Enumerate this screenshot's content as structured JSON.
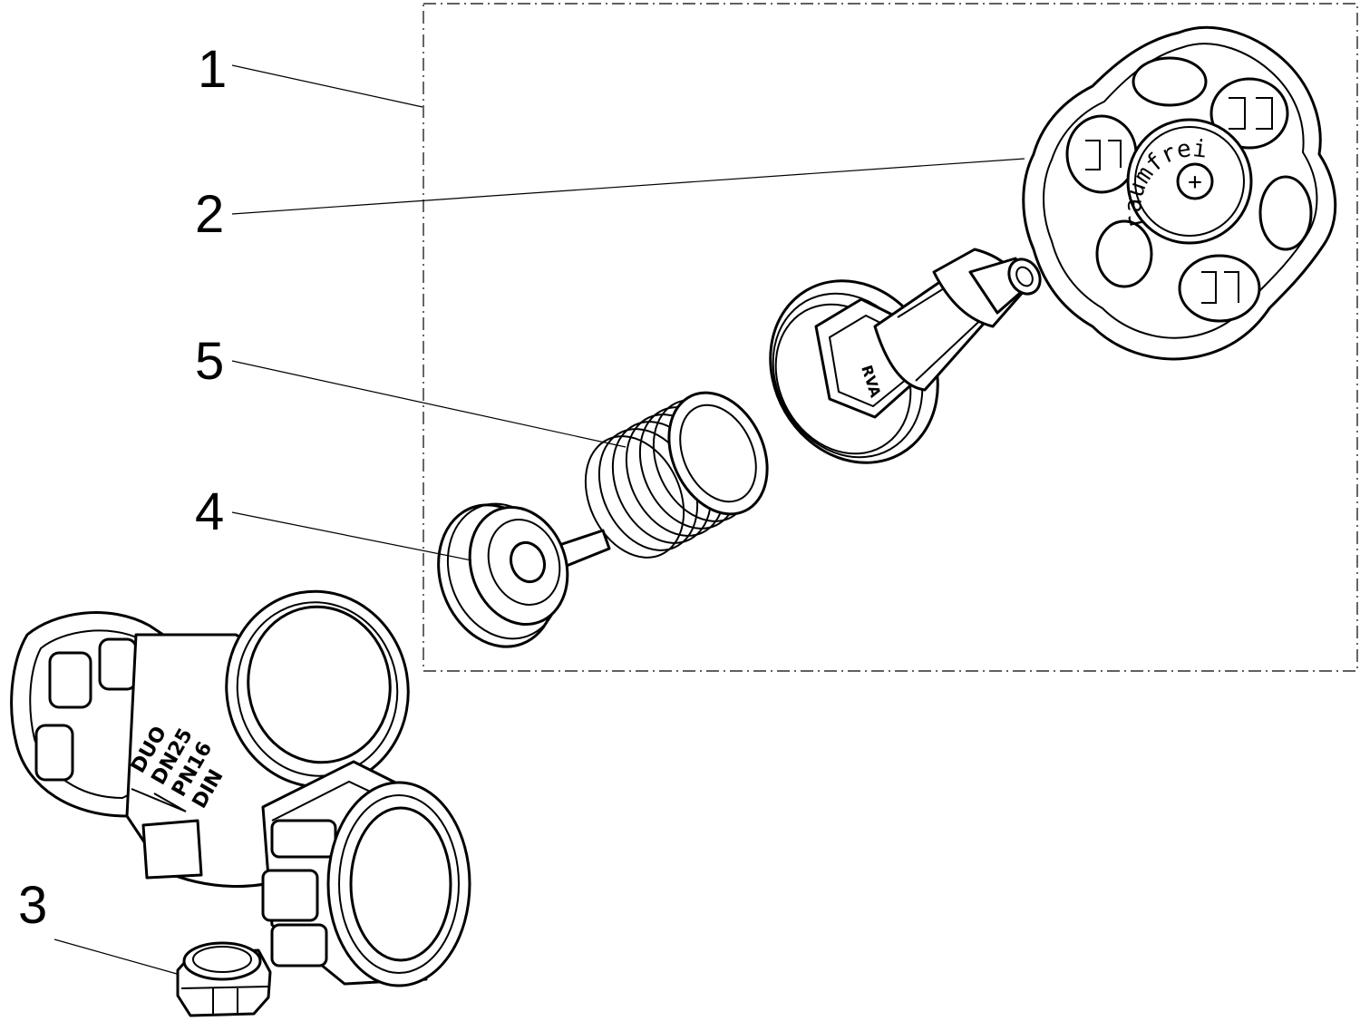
{
  "callouts": [
    {
      "id": "1",
      "label": "1"
    },
    {
      "id": "2",
      "label": "2"
    },
    {
      "id": "3",
      "label": "3"
    },
    {
      "id": "4",
      "label": "4"
    },
    {
      "id": "5",
      "label": "5"
    }
  ],
  "handwheel": {
    "cap_text": "raumfrei",
    "cap_symbol": "+"
  },
  "bonnet": {
    "marking": "RVA"
  },
  "valve_body": {
    "marking_lines": [
      "DUO",
      "DN25",
      "PN16",
      "DIN"
    ]
  }
}
